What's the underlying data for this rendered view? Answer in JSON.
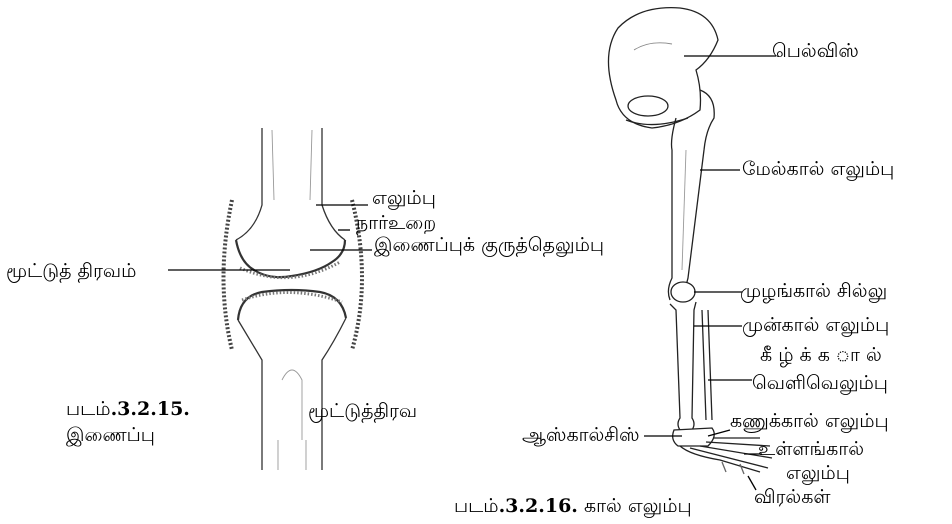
{
  "knee": {
    "labels": {
      "bone": "எலும்பு",
      "capsule": "நார்உறை",
      "cartilage": "இணைப்புக் குருத்தெலும்பு",
      "fluid": "மூட்டுத் திரவம்"
    },
    "caption": {
      "prefix": "படம்",
      "number": ".3.2.15.",
      "line2": "இணைப்பு",
      "side": "மூட்டுத்திரவ"
    }
  },
  "leg": {
    "labels": {
      "pelvis": "பெல்விஸ்",
      "femur": "மேல்கால் எலும்பு",
      "patella": "முழங்கால் சில்லு",
      "tibia": "முன்கால் எலும்பு",
      "fibula_1": "கீ ழ் க் க ா ல்",
      "fibula_2": "வெளிவெலும்பு",
      "tarsals_left": "ஆஸ்கால்சிஸ்",
      "tarsals": "கணுக்கால் எலும்பு",
      "metatarsals_1": "உள்ளங்கால்",
      "metatarsals_2": "எலும்பு",
      "phalanges": "விரல்கள்"
    },
    "caption": {
      "prefix": "படம்",
      "number": ".3.2.16.",
      "text": " கால் எலும்பு"
    }
  }
}
